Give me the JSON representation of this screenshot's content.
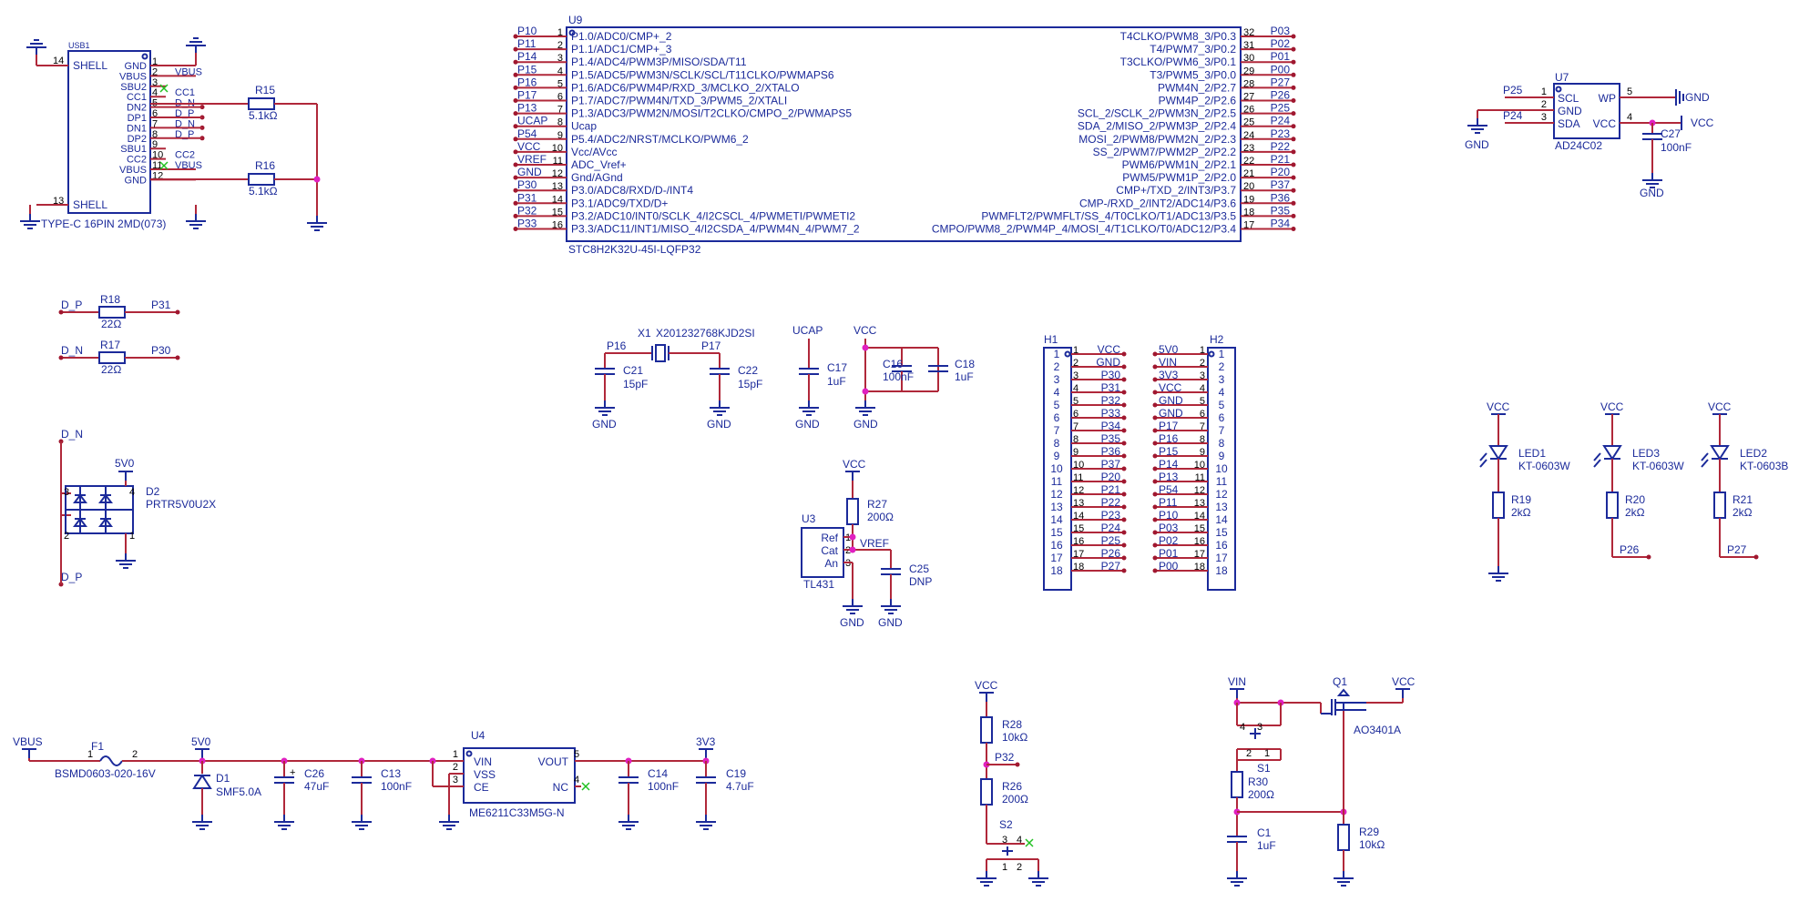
{
  "usb": {
    "ref": "USB1",
    "value": "TYPE-C 16PIN 2MD(073)",
    "left_pins": [
      {
        "num": "14",
        "name": "SHELL"
      },
      {
        "num": "13",
        "name": "SHELL"
      }
    ],
    "right_pins": [
      {
        "num": "1",
        "name": "GND",
        "net": ""
      },
      {
        "num": "2",
        "name": "VBUS",
        "net": "VBUS"
      },
      {
        "num": "3",
        "name": "SBU2",
        "net": ""
      },
      {
        "num": "4",
        "name": "CC1",
        "net": "CC1"
      },
      {
        "num": "5",
        "name": "DN2",
        "net": "D_N"
      },
      {
        "num": "6",
        "name": "DP1",
        "net": "D_P"
      },
      {
        "num": "7",
        "name": "DN1",
        "net": "D_N"
      },
      {
        "num": "8",
        "name": "DP2",
        "net": "D_P"
      },
      {
        "num": "9",
        "name": "SBU1",
        "net": ""
      },
      {
        "num": "10",
        "name": "CC2",
        "net": "CC2"
      },
      {
        "num": "11",
        "name": "VBUS",
        "net": "VBUS"
      },
      {
        "num": "12",
        "name": "GND",
        "net": ""
      }
    ]
  },
  "r15": {
    "ref": "R15",
    "value": "5.1kΩ"
  },
  "r16": {
    "ref": "R16",
    "value": "5.1kΩ"
  },
  "mcu": {
    "ref": "U9",
    "value": "STC8H2K32U-45I-LQFP32",
    "left_pins": [
      {
        "num": "1",
        "net": "P10",
        "name": "P1.0/ADC0/CMP+_2"
      },
      {
        "num": "2",
        "net": "P11",
        "name": "P1.1/ADC1/CMP+_3"
      },
      {
        "num": "3",
        "net": "P14",
        "name": "P1.4/ADC4/PWM3P/MISO/SDA/T11"
      },
      {
        "num": "4",
        "net": "P15",
        "name": "P1.5/ADC5/PWM3N/SCLK/SCL/T11CLKO/PWMAPS6"
      },
      {
        "num": "5",
        "net": "P16",
        "name": "P1.6/ADC6/PWM4P/RXD_3/MCLKO_2/XTALO"
      },
      {
        "num": "6",
        "net": "P17",
        "name": "P1.7/ADC7/PWM4N/TXD_3/PWM5_2/XTALI"
      },
      {
        "num": "7",
        "net": "P13",
        "name": "P1.3/ADC3/PWM2N/MOSI/T2CLKO/CMPO_2/PWMAPS5"
      },
      {
        "num": "8",
        "net": "UCAP",
        "name": "Ucap"
      },
      {
        "num": "9",
        "net": "P54",
        "name": "P5.4/ADC2/NRST/MCLKO/PWM6_2"
      },
      {
        "num": "10",
        "net": "VCC",
        "name": "Vcc/AVcc"
      },
      {
        "num": "11",
        "net": "VREF",
        "name": "ADC_Vref+"
      },
      {
        "num": "12",
        "net": "GND",
        "name": "Gnd/AGnd"
      },
      {
        "num": "13",
        "net": "P30",
        "name": "P3.0/ADC8/RXD/D-/INT4"
      },
      {
        "num": "14",
        "net": "P31",
        "name": "P3.1/ADC9/TXD/D+"
      },
      {
        "num": "15",
        "net": "P32",
        "name": "P3.2/ADC10/INT0/SCLK_4/I2CSCL_4/PWMETI/PWMETI2"
      },
      {
        "num": "16",
        "net": "P33",
        "name": "P3.3/ADC11/INT1/MISO_4/I2CSDA_4/PWM4N_4/PWM7_2"
      }
    ],
    "right_pins": [
      {
        "num": "32",
        "net": "P03",
        "name": "T4CLKO/PWM8_3/P0.3"
      },
      {
        "num": "31",
        "net": "P02",
        "name": "T4/PWM7_3/P0.2"
      },
      {
        "num": "30",
        "net": "P01",
        "name": "T3CLKO/PWM6_3/P0.1"
      },
      {
        "num": "29",
        "net": "P00",
        "name": "T3/PWM5_3/P0.0"
      },
      {
        "num": "28",
        "net": "P27",
        "name": "PWM4N_2/P2.7"
      },
      {
        "num": "27",
        "net": "P26",
        "name": "PWM4P_2/P2.6"
      },
      {
        "num": "26",
        "net": "P25",
        "name": "SCL_2/SCLK_2/PWM3N_2/P2.5"
      },
      {
        "num": "25",
        "net": "P24",
        "name": "SDA_2/MISO_2/PWM3P_2/P2.4"
      },
      {
        "num": "24",
        "net": "P23",
        "name": "MOSI_2/PWM8/PWM2N_2/P2.3"
      },
      {
        "num": "23",
        "net": "P22",
        "name": "SS_2/PWM7/PWM2P_2/P2.2"
      },
      {
        "num": "22",
        "net": "P21",
        "name": "PWM6/PWM1N_2/P2.1"
      },
      {
        "num": "21",
        "net": "P20",
        "name": "PWM5/PWM1P_2/P2.0"
      },
      {
        "num": "20",
        "net": "P37",
        "name": "CMP+/TXD_2/INT3/P3.7"
      },
      {
        "num": "19",
        "net": "P36",
        "name": "CMP-/RXD_2/INT2/ADC14/P3.6"
      },
      {
        "num": "18",
        "net": "P35",
        "name": "PWMFLT2/PWMFLT/SS_4/T0CLKO/T1/ADC13/P3.5"
      },
      {
        "num": "17",
        "net": "P34",
        "name": "CMPO/PWM8_2/PWM4P_4/MOSI_4/T1CLKO/T0/ADC12/P3.4"
      }
    ]
  },
  "eeprom": {
    "ref": "U7",
    "value": "AD24C02",
    "pins": [
      {
        "num": "1",
        "name": "SCL",
        "net": "P25"
      },
      {
        "num": "2",
        "name": "GND",
        "net": ""
      },
      {
        "num": "3",
        "name": "SDA",
        "net": "P24"
      },
      {
        "num": "5",
        "name": "WP",
        "net": ""
      },
      {
        "num": "4",
        "name": "VCC",
        "net": ""
      }
    ],
    "gnd_label": "GND",
    "gnd_right": "GND",
    "vcc": "VCC",
    "cap_ref": "C27",
    "cap_value": "100nF",
    "cap_gnd": "GND"
  },
  "r18": {
    "ref": "R18",
    "value": "22Ω",
    "left": "D_P",
    "right": "P31"
  },
  "r17": {
    "ref": "R17",
    "value": "22Ω",
    "left": "D_N",
    "right": "P30"
  },
  "esd": {
    "ref": "D2",
    "value": "PRTR5V0U2X",
    "top_net": "D_N",
    "bottom_net": "D_P",
    "supply": "5V0",
    "pins": [
      "3",
      "4",
      "2",
      "1"
    ]
  },
  "crystal": {
    "ref": "X1",
    "value": "X201232768KJD2SI",
    "left_net": "P16",
    "right_net": "P17",
    "c_left": {
      "ref": "C21",
      "value": "15pF",
      "gnd": "GND"
    },
    "c_right": {
      "ref": "C22",
      "value": "15pF",
      "gnd": "GND"
    }
  },
  "ucap": {
    "net": "UCAP",
    "ref": "C17",
    "value": "1uF",
    "gnd": "GND"
  },
  "vcc_caps": {
    "net": "VCC",
    "c16_ref": "C16",
    "c16_value": "100nF",
    "c18_ref": "C18",
    "c18_value": "1uF",
    "gnd": "GND"
  },
  "vref": {
    "vcc": "VCC",
    "r_ref": "R27",
    "r_value": "200Ω",
    "u_ref": "U3",
    "u_value": "TL431",
    "pins": [
      {
        "num": "1",
        "name": "Ref"
      },
      {
        "num": "2",
        "name": "Cat"
      },
      {
        "num": "3",
        "name": "An"
      }
    ],
    "net": "VREF",
    "c_ref": "C25",
    "c_value": "DNP",
    "gnd1": "GND",
    "gnd2": "GND"
  },
  "h1": {
    "ref": "H1",
    "pins": [
      {
        "num": "1",
        "net": "VCC"
      },
      {
        "num": "2",
        "net": "GND"
      },
      {
        "num": "3",
        "net": "P30"
      },
      {
        "num": "4",
        "net": "P31"
      },
      {
        "num": "5",
        "net": "P32"
      },
      {
        "num": "6",
        "net": "P33"
      },
      {
        "num": "7",
        "net": "P34"
      },
      {
        "num": "8",
        "net": "P35"
      },
      {
        "num": "9",
        "net": "P36"
      },
      {
        "num": "10",
        "net": "P37"
      },
      {
        "num": "11",
        "net": "P20"
      },
      {
        "num": "12",
        "net": "P21"
      },
      {
        "num": "13",
        "net": "P22"
      },
      {
        "num": "14",
        "net": "P23"
      },
      {
        "num": "15",
        "net": "P24"
      },
      {
        "num": "16",
        "net": "P25"
      },
      {
        "num": "17",
        "net": "P26"
      },
      {
        "num": "18",
        "net": "P27"
      }
    ]
  },
  "h2": {
    "ref": "H2",
    "pins": [
      {
        "num": "1",
        "net": "5V0"
      },
      {
        "num": "2",
        "net": "VIN"
      },
      {
        "num": "3",
        "net": "3V3"
      },
      {
        "num": "4",
        "net": "VCC"
      },
      {
        "num": "5",
        "net": "GND"
      },
      {
        "num": "6",
        "net": "GND"
      },
      {
        "num": "7",
        "net": "P17"
      },
      {
        "num": "8",
        "net": "P16"
      },
      {
        "num": "9",
        "net": "P15"
      },
      {
        "num": "10",
        "net": "P14"
      },
      {
        "num": "11",
        "net": "P13"
      },
      {
        "num": "12",
        "net": "P54"
      },
      {
        "num": "13",
        "net": "P11"
      },
      {
        "num": "14",
        "net": "P10"
      },
      {
        "num": "15",
        "net": "P03"
      },
      {
        "num": "16",
        "net": "P02"
      },
      {
        "num": "17",
        "net": "P01"
      },
      {
        "num": "18",
        "net": "P00"
      }
    ]
  },
  "leds": [
    {
      "vcc": "VCC",
      "ref": "LED1",
      "value": "KT-0603W",
      "r_ref": "R19",
      "r_value": "2kΩ",
      "net": ""
    },
    {
      "vcc": "VCC",
      "ref": "LED3",
      "value": "KT-0603W",
      "r_ref": "R20",
      "r_value": "2kΩ",
      "net": "P26"
    },
    {
      "vcc": "VCC",
      "ref": "LED2",
      "value": "KT-0603B",
      "r_ref": "R21",
      "r_value": "2kΩ",
      "net": "P27"
    }
  ],
  "power": {
    "vbus": "VBUS",
    "fuse_ref": "F1",
    "fuse_value": "BSMD0603-020-16V",
    "fuse_pin1": "1",
    "fuse_pin2": "2",
    "net5v": "5V0",
    "d1_ref": "D1",
    "d1_value": "SMF5.0A",
    "c26_ref": "C26",
    "c26_value": "47uF",
    "c13_ref": "C13",
    "c13_value": "100nF",
    "u4_ref": "U4",
    "u4_value": "ME6211C33M5G-N",
    "u4_pins": [
      {
        "num": "1",
        "name": "VIN"
      },
      {
        "num": "2",
        "name": "VSS"
      },
      {
        "num": "3",
        "name": "CE"
      },
      {
        "num": "5",
        "name": "VOUT"
      },
      {
        "num": "4",
        "name": "NC"
      }
    ],
    "net3v3": "3V3",
    "c14_ref": "C14",
    "c14_value": "100nF",
    "c19_ref": "C19",
    "c19_value": "4.7uF"
  },
  "reset": {
    "vcc": "VCC",
    "r28_ref": "R28",
    "r28_value": "10kΩ",
    "net": "P32",
    "r26_ref": "R26",
    "r26_value": "200Ω",
    "s_ref": "S2",
    "pins": [
      "3",
      "4",
      "1",
      "2"
    ]
  },
  "pswitch": {
    "vin": "VIN",
    "vcc": "VCC",
    "q_ref": "Q1",
    "q_value": "AO3401A",
    "s_ref": "S1",
    "s_pins": [
      "4",
      "3",
      "2",
      "1"
    ],
    "r30_ref": "R30",
    "r30_value": "200Ω",
    "c1_ref": "C1",
    "c1_value": "1uF",
    "r29_ref": "R29",
    "r29_value": "10kΩ"
  }
}
